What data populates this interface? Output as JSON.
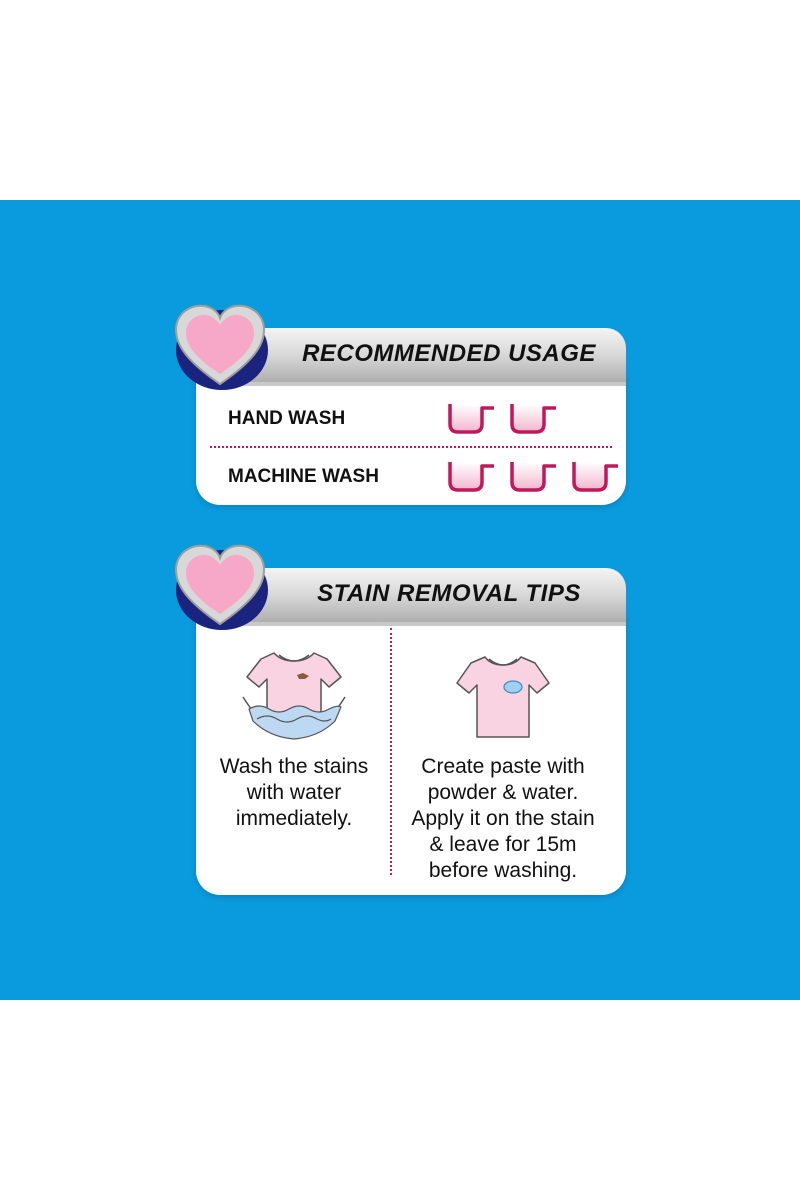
{
  "colors": {
    "background": "#ffffff",
    "band": "#0a9ade",
    "accent": "#c2185b",
    "heart": "#f7a8c8"
  },
  "recommended": {
    "title": "RECOMMENDED USAGE",
    "icon": "heart-icon",
    "rows": [
      {
        "label": "HAND WASH",
        "scoops": 2,
        "scoop_icon": "scoop-icon"
      },
      {
        "label": "MACHINE WASH",
        "scoops": 3,
        "scoop_icon": "scoop-icon"
      }
    ]
  },
  "stain": {
    "title": "STAIN REMOVAL TIPS",
    "icon": "heart-icon",
    "tips": [
      {
        "illustration": "tshirt-in-water-icon",
        "lines": [
          "Wash the stains",
          "with water",
          "immediately."
        ]
      },
      {
        "illustration": "tshirt-with-paste-icon",
        "lines": [
          "Create paste with",
          "powder & water.",
          "Apply it on the stain",
          "& leave for 15m",
          "before washing."
        ]
      }
    ]
  }
}
